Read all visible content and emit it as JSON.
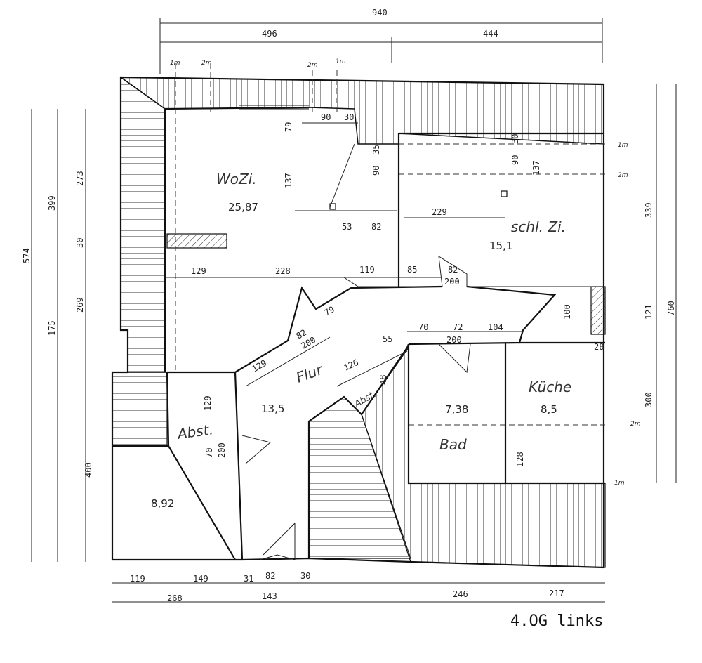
{
  "caption": "4.OG links",
  "rooms": {
    "wohnzimmer": {
      "label": "WoZi.",
      "area": "25,87"
    },
    "schlafzimmer": {
      "label": "schl. Zi.",
      "area": "15,1"
    },
    "flur": {
      "label": "Flur",
      "area": "13,5"
    },
    "bad": {
      "label": "Bad",
      "area": "7,38"
    },
    "kueche": {
      "label": "Küche",
      "area": "8,5"
    },
    "abstell_left": {
      "label": "Abst.",
      "area": "8,92"
    },
    "abstell_mid": {
      "label": "Abst."
    }
  },
  "dims_top": {
    "total": "940",
    "left": "496",
    "right": "444"
  },
  "dims_bottom_row1": [
    "119",
    "149",
    "31",
    "82",
    "30"
  ],
  "dims_bottom_row2": [
    "268",
    "143",
    "246",
    "217"
  ],
  "dims_left": {
    "total": "574",
    "upper": "399",
    "upper_b": "273",
    "mid_small": "30",
    "mid": "269",
    "lower_a": "175",
    "lower": "400"
  },
  "dims_right": {
    "upper": "339",
    "mid": "121",
    "total": "760",
    "lower": "300"
  },
  "dims_interior": {
    "d90": "90",
    "d30": "30",
    "d79": "79",
    "d137a": "137",
    "d35": "35",
    "d90b": "90",
    "d53": "53",
    "d82": "82",
    "d229": "229",
    "d30b": "30",
    "d90c": "90",
    "d137b": "137",
    "d129a": "129",
    "d228": "228",
    "d119": "119",
    "d85": "85",
    "d82b": "82",
    "d200a": "200",
    "d79b": "79",
    "d82c": "82",
    "d200b": "200",
    "d129b": "129",
    "d126": "126",
    "d55": "55",
    "d48": "48",
    "d70a": "70",
    "d72": "72",
    "d104": "104",
    "d200c": "200",
    "d100": "100",
    "d28": "28",
    "d129c": "129",
    "d70b": "70",
    "d200d": "200",
    "d128": "128"
  },
  "markers": {
    "m1": "1m",
    "m2": "2m"
  }
}
